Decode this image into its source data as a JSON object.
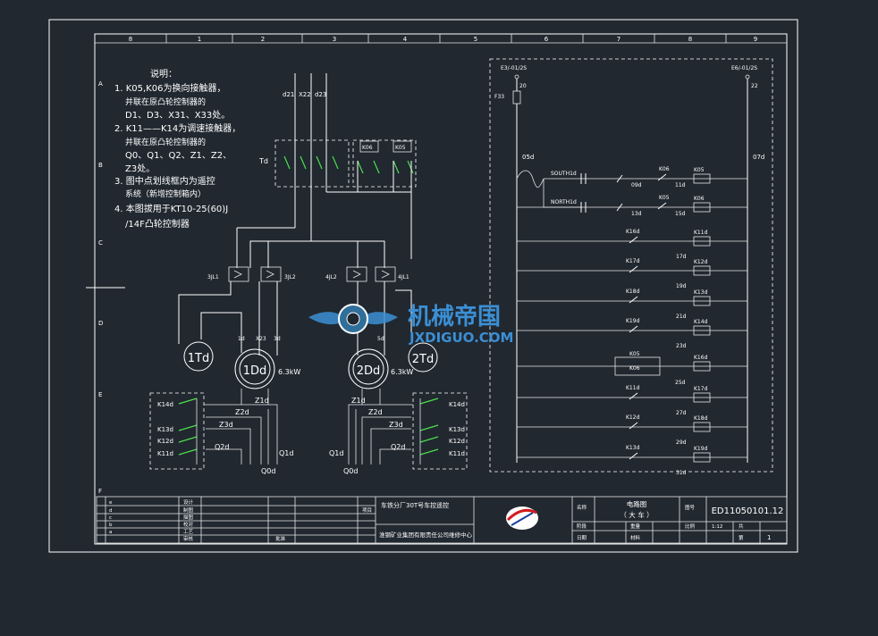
{
  "sheet": {
    "col_labels": [
      "8",
      "1",
      "2",
      "3",
      "4",
      "5",
      "6",
      "7",
      "8",
      "9"
    ],
    "row_labels": [
      "A",
      "B",
      "C",
      "D",
      "E",
      "F"
    ]
  },
  "notes": {
    "title": "说明：",
    "lines": [
      "1. K05,K06为换向接触器，",
      "并联在原凸轮控制器的",
      "D1、D3、X31、X33处。",
      "2. K11——K14为调速接触器，",
      "并联在原凸轮控制器的",
      "Q0、Q1、Q2、Z1、Z2、",
      "Z3处。",
      "3. 图中点划线框内为遥控",
      "系统（新增控制箱内）",
      "4. 本图拔用于KT10-25(60)J",
      "/14F凸轮控制器"
    ]
  },
  "power": {
    "bus_labels": [
      "d21",
      "X22",
      "d23"
    ],
    "td_label": "Td",
    "contactors": [
      "K06",
      "K05"
    ],
    "relays": [
      "3JL1",
      "3JL2",
      "4JL2",
      "4JL1"
    ],
    "motor_terminals": [
      "1d",
      "X23",
      "3d",
      "5d"
    ],
    "motors": [
      {
        "name": "1Td"
      },
      {
        "name": "1Dd",
        "rating": "6.3kW"
      },
      {
        "name": "2Dd",
        "rating": "6.3kW"
      },
      {
        "name": "2Td"
      }
    ],
    "left_contacts": [
      "K14d",
      "K13d",
      "K12d",
      "K11d"
    ],
    "right_contacts": [
      "K14d",
      "K13d",
      "K12d",
      "K11d"
    ],
    "left_resistors": [
      "Z1d",
      "Z2d",
      "Z3d",
      "Q2d",
      "Q1d",
      "Q0d"
    ],
    "right_resistors": [
      "Z1d",
      "Z2d",
      "Z3d",
      "Q2d",
      "Q1d",
      "Q0d"
    ]
  },
  "control": {
    "top_left_ref": "E3/-01/2S",
    "top_right_ref": "E6/-01/2S",
    "fuse": "F33",
    "wire_20": "20",
    "wire_22": "22",
    "wire_05d": "05d",
    "wire_07d": "07d",
    "rungs": [
      {
        "sw": "SOUTH1d",
        "wire": "09d",
        "inter": "K06",
        "wire2": "11d",
        "coil": "K05"
      },
      {
        "sw": "NORTH1d",
        "wire": "13d",
        "inter": "K05",
        "wire2": "15d",
        "coil": "K06"
      },
      {
        "sw": "K16d",
        "wire": "17d",
        "coil": "K11d"
      },
      {
        "sw": "K17d",
        "wire": "19d",
        "coil": "K12d"
      },
      {
        "sw": "K18d",
        "wire": "21d",
        "coil": "K13d"
      },
      {
        "sw": "K19d",
        "wire": "23d",
        "coil": "K14d"
      },
      {
        "sw": "K05",
        "sw2": "K06",
        "wire": "25d",
        "coil": "K16d"
      },
      {
        "sw": "K11d",
        "wire": "27d",
        "coil": "K17d"
      },
      {
        "sw": "K12d",
        "wire": "29d",
        "coil": "K18d"
      },
      {
        "sw": "K13d",
        "wire": "31d",
        "coil": "K19d"
      }
    ]
  },
  "watermark": {
    "name": "机械帝国",
    "domain": "JXDIGUO.COM"
  },
  "title_block": {
    "revision_marks": [
      "e",
      "d",
      "c",
      "b",
      "a"
    ],
    "left_labels": [
      "设计",
      "制图",
      "描图",
      "校对",
      "工艺",
      "审核"
    ],
    "row_extra": "批准",
    "approve2": "日期",
    "project_label": "项目",
    "project": "车铁分厂30T号车控遥控",
    "company": "淮钢矿业集团有限责任公司维修中心",
    "sheet_label": "名称",
    "drawing_name": "电路图",
    "drawing_sub": "（  大  车  ）",
    "code_label": "图号",
    "drawing_no": "ED11050101.12",
    "stage_label": "阶段",
    "weight_label": "重量",
    "ratio_label": "比例",
    "ratio": "1:12",
    "sheets_label": "共",
    "sheet_label2": "第",
    "sheet_no": "1",
    "material_label": "材料"
  },
  "colors": {
    "background": "#212830",
    "lines": "#ffffff",
    "contacts": "#4be04b",
    "watermark": "#3b8fd4"
  }
}
